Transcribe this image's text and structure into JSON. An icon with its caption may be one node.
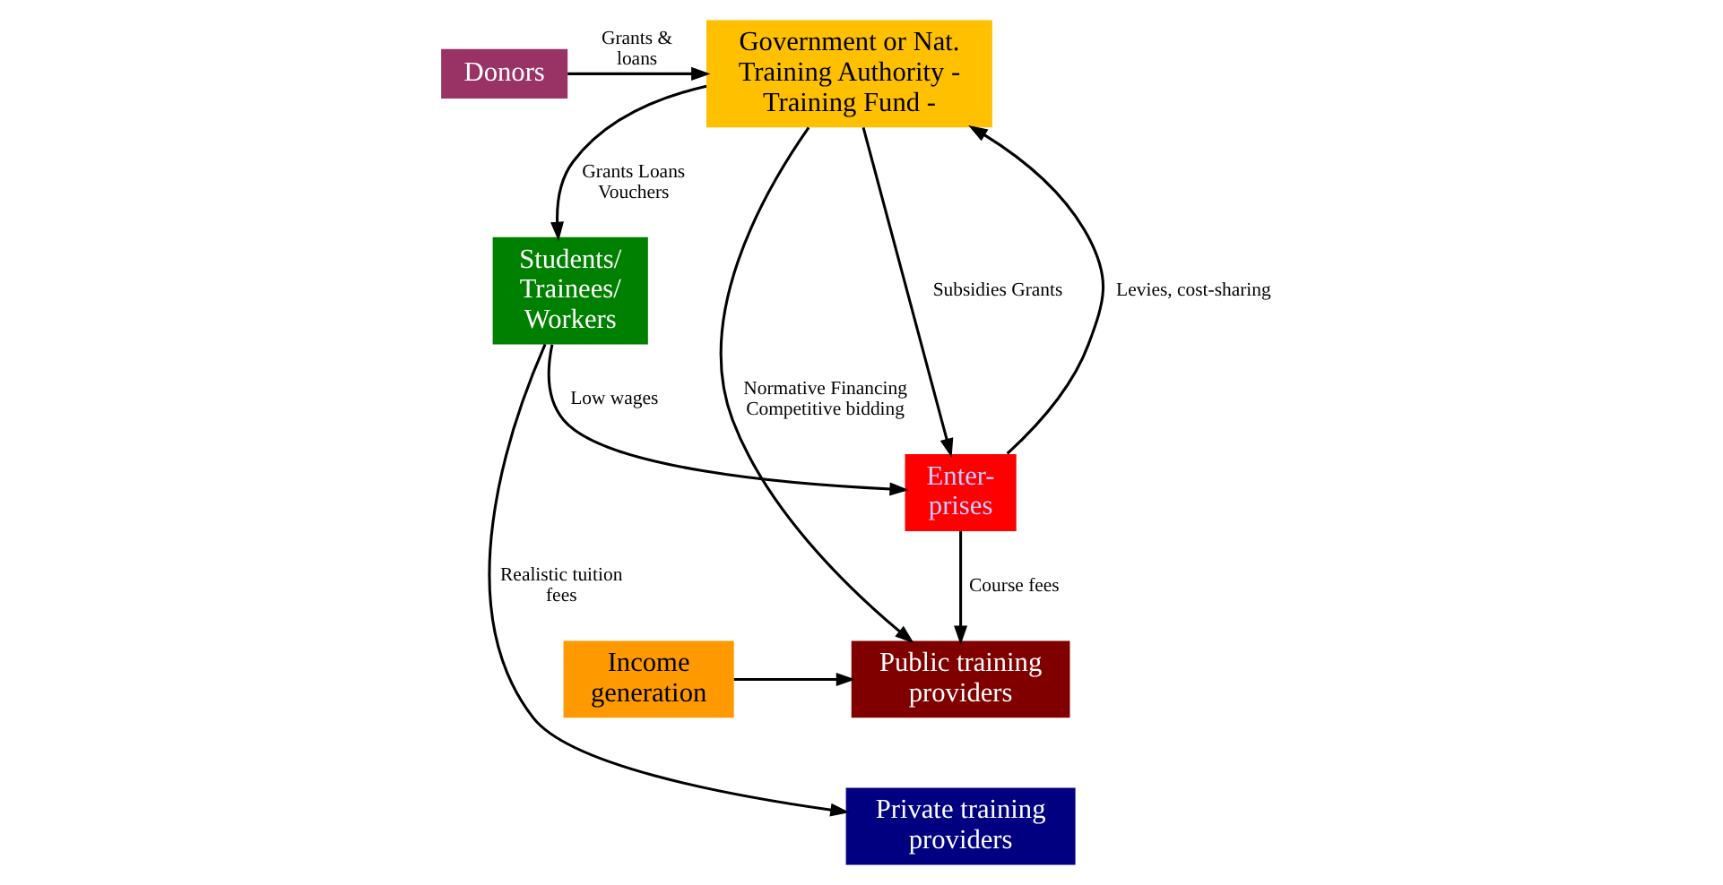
{
  "diagram": {
    "nodes": [
      {
        "text": [
          "Government or Nat. Training Authority - Training Fund -"
        ]
      },
      {
        "text": [
          "Donors"
        ]
      },
      {
        "text": [
          "Enter- prises"
        ]
      },
      {
        "text": [
          "Students/ Trainees/ Workers"
        ]
      },
      {
        "text": [
          "Public training providers"
        ]
      },
      {
        "text": [
          "Private training providers"
        ]
      },
      {
        "text": [
          "Income generation"
        ]
      }
    ],
    "edges": [
      {
        "from": 1,
        "to": 0,
        "arrow": "to",
        "label": "Grants & loans"
      },
      {
        "from": 0,
        "to": 2,
        "arrow": "to",
        "label": "Subsidies Grants"
      },
      {
        "from": 2,
        "to": 0,
        "arrow": "to",
        "label": "Levies, cost-sharing"
      },
      {
        "from": 0,
        "to": 3,
        "arrow": "to",
        "label": "Grants Loans Vouchers"
      },
      {
        "from": 0,
        "to": 4,
        "arrow": "to",
        "label": "Normative Financing Competitive bidding"
      },
      {
        "from": 3,
        "to": 2,
        "arrow": "to",
        "label": "Low wages"
      },
      {
        "from": 2,
        "to": 4,
        "arrow": "to",
        "label": "Course fees"
      },
      {
        "from": 3,
        "to": 5,
        "arrow": "to",
        "label": "Realistic tuition fees"
      },
      {
        "from": 6,
        "to": 4,
        "arrow": "to"
      }
    ]
  }
}
